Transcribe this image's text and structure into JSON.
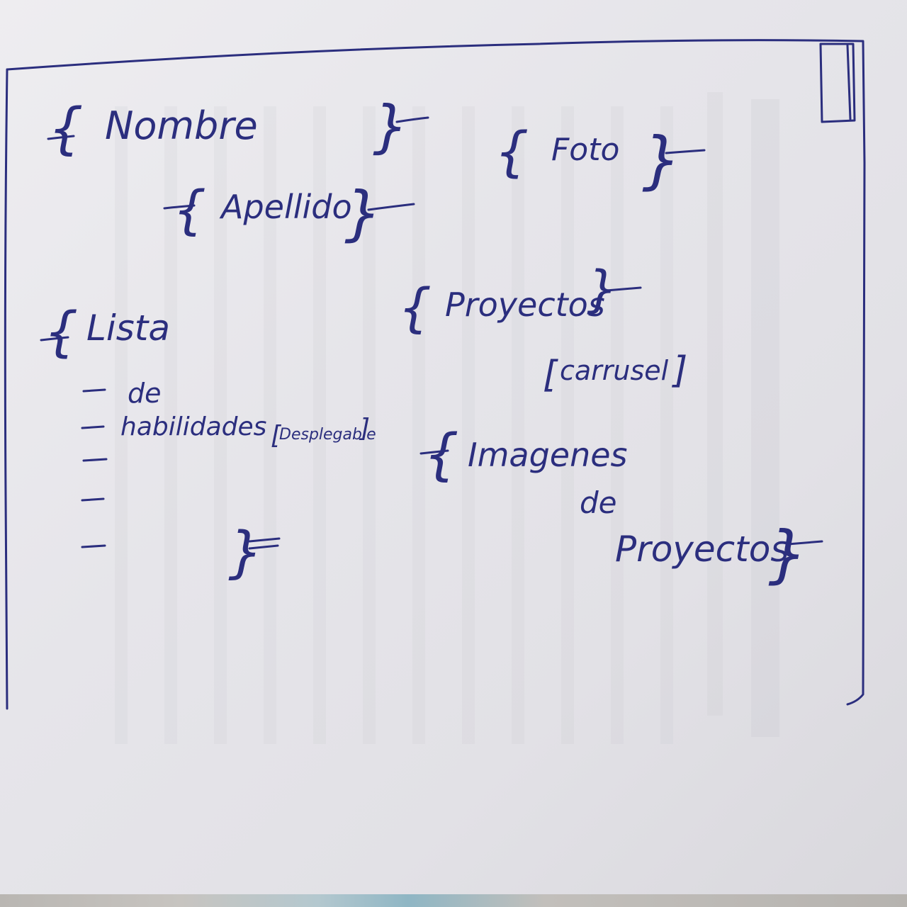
{
  "sketch": {
    "nombre": "Nombre",
    "apellido": "Apellido",
    "foto": "Foto",
    "lista": "Lista",
    "lista_desc": [
      "de",
      "habilidades"
    ],
    "desplegable": "Desplegable",
    "proyectos": "Proyectos",
    "carrusel": "carrusel",
    "imagenes": "Imagenes",
    "de": "de",
    "proyectos_2": "Proyectos"
  },
  "colors": {
    "ink": "#2b2e7e",
    "paper": "#e8e7ec"
  }
}
